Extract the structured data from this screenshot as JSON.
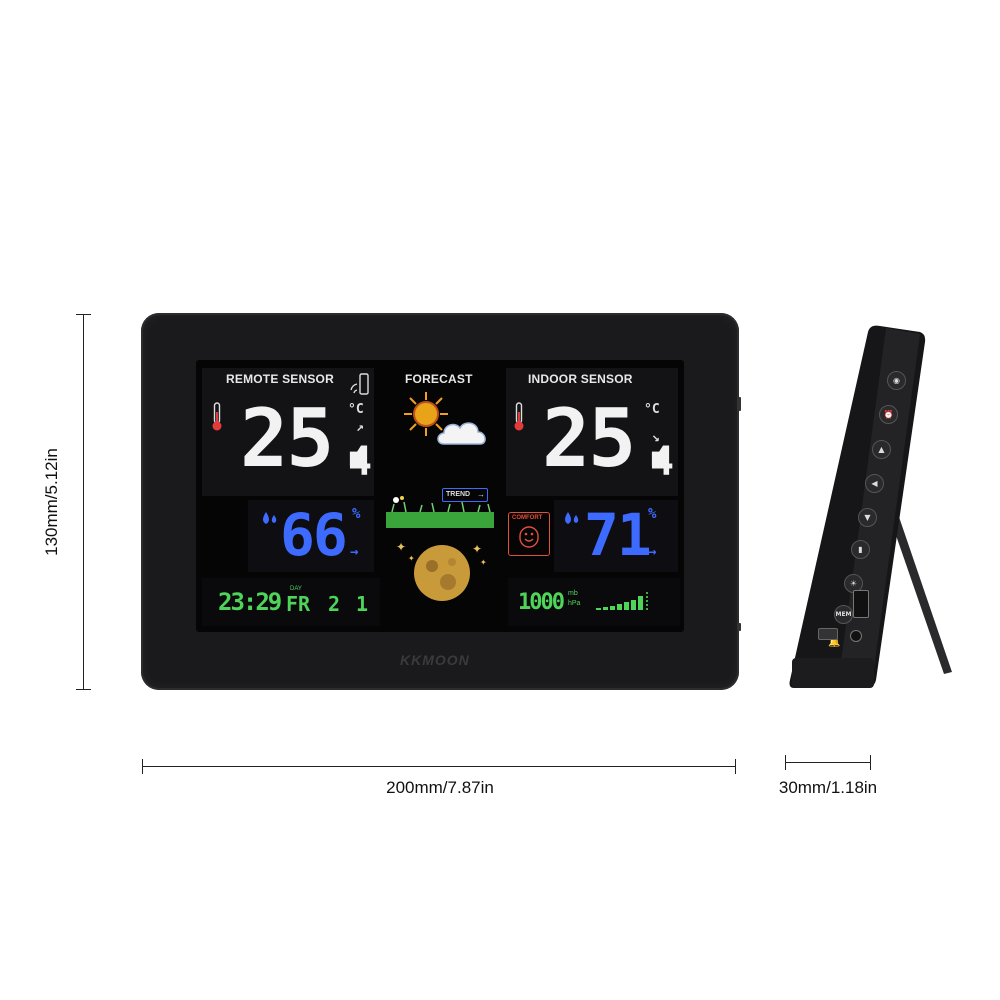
{
  "dimensions": {
    "height_label": "130mm/5.12in",
    "width_label": "200mm/7.87in",
    "depth_label": "30mm/1.18in"
  },
  "display": {
    "remote": {
      "label": "REMOTE SENSOR",
      "temp_main": "25.",
      "temp_decimal": "4",
      "temp_unit": "°C",
      "humidity": "66",
      "humidity_unit": "%",
      "trend_arrow": "→"
    },
    "forecast": {
      "label": "FORECAST",
      "trend_label": "TREND"
    },
    "indoor": {
      "label": "INDOOR SENSOR",
      "temp_main": "25.",
      "temp_decimal": "4",
      "temp_unit": "°C",
      "humidity": "71",
      "humidity_unit": "%",
      "trend_arrow": "→",
      "comfort_label": "COMFORT"
    },
    "clock": {
      "time": "23:29",
      "day_tag": "DAY",
      "day": "FR",
      "date_month": "2",
      "date_day": "1"
    },
    "pressure": {
      "value": "1000",
      "unit_top": "mb",
      "unit_bottom": "hPa"
    }
  },
  "brand": "KKMOON",
  "side_buttons": {
    "mem_label": "MEM"
  },
  "colors": {
    "device_body": "#1a1a1c",
    "humidity_blue": "#3e6bff",
    "clock_green": "#4fd45a",
    "segment_white": "#f2f2f2"
  }
}
